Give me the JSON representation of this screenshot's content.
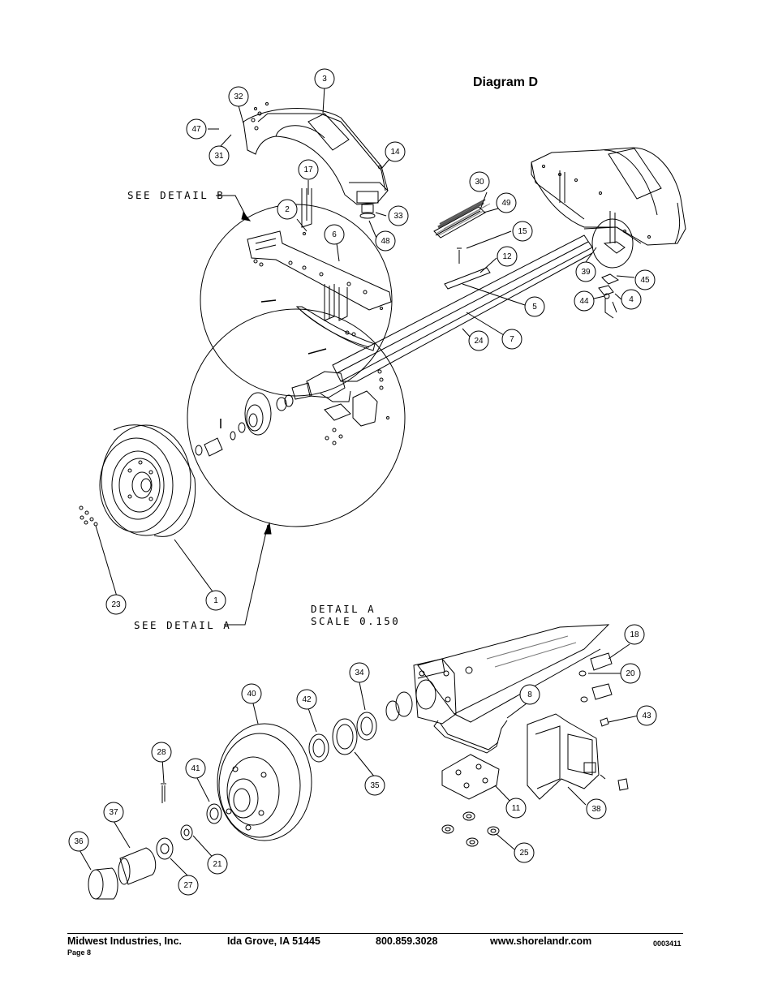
{
  "title": "Diagram D",
  "labels": {
    "see_detail_b": "SEE DETAIL  B",
    "see_detail_a": "SEE DETAIL  A",
    "detail_a": "DETAIL  A",
    "scale": "SCALE  0.150"
  },
  "callouts": [
    "1",
    "2",
    "3",
    "4",
    "5",
    "6",
    "7",
    "8",
    "11",
    "12",
    "14",
    "15",
    "17",
    "18",
    "20",
    "21",
    "23",
    "24",
    "25",
    "27",
    "28",
    "30",
    "31",
    "32",
    "33",
    "34",
    "35",
    "36",
    "37",
    "38",
    "39",
    "40",
    "41",
    "42",
    "43",
    "44",
    "45",
    "47",
    "48",
    "49"
  ],
  "footer": {
    "company": "Midwest Industries, Inc.",
    "city": "Ida Grove, IA  51445",
    "phone": "800.859.3028",
    "website": "www.shorelandr.com",
    "page": "Page 8",
    "doc_number": "0003411"
  }
}
